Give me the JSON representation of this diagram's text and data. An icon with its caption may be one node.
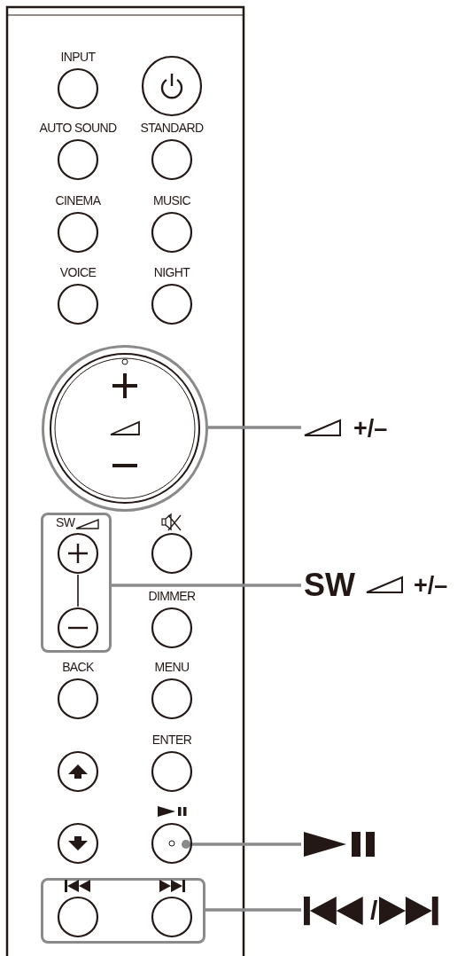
{
  "diagram": {
    "nodes": [
      {
        "text": [
          "INPUT"
        ]
      },
      {
        "text": [],
        "shape": "circle"
      },
      {
        "text": [
          "AUTO SOUND"
        ]
      },
      {
        "text": [
          "STANDARD"
        ]
      },
      {
        "text": [
          "CINEMA"
        ]
      },
      {
        "text": [
          "MUSIC"
        ]
      },
      {
        "text": [
          "VOICE"
        ]
      },
      {
        "text": [
          "NIGHT"
        ]
      },
      {
        "text": [],
        "shape": "circle"
      },
      {
        "text": [
          "+/–"
        ]
      },
      {
        "text": [
          "SW"
        ]
      },
      {
        "text": [],
        "shape": "circle",
        "in": 10
      },
      {
        "text": [],
        "shape": "circle"
      },
      {
        "text": [
          "SW",
          "+/–"
        ]
      },
      {
        "text": [],
        "shape": "circle",
        "in": 10
      },
      {
        "text": [
          "DIMMER"
        ]
      },
      {
        "text": [
          "BACK"
        ]
      },
      {
        "text": [
          "MENU"
        ]
      },
      {
        "text": [],
        "shape": "circle"
      },
      {
        "text": [
          "ENTER"
        ]
      },
      {
        "text": [],
        "shape": "circle"
      },
      {
        "text": [],
        "shape": "circle"
      },
      {
        "text": [],
        "shape": "icon"
      },
      {
        "text": [],
        "shape": "box"
      },
      {
        "text": [],
        "shape": "circle",
        "in": 23
      },
      {
        "text": [],
        "shape": "circle",
        "in": 23
      },
      {
        "text": [
          "/"
        ]
      }
    ],
    "edges": [
      {
        "from": 9,
        "to": 8,
        "arrow": "none"
      },
      {
        "from": 13,
        "to": 10,
        "arrow": "none"
      },
      {
        "from": 11,
        "to": 14,
        "arrow": "none",
        "color": "#231815"
      },
      {
        "from": 22,
        "to": 21,
        "arrow": "other"
      },
      {
        "from": 26,
        "to": 23,
        "arrow": "none"
      }
    ]
  }
}
